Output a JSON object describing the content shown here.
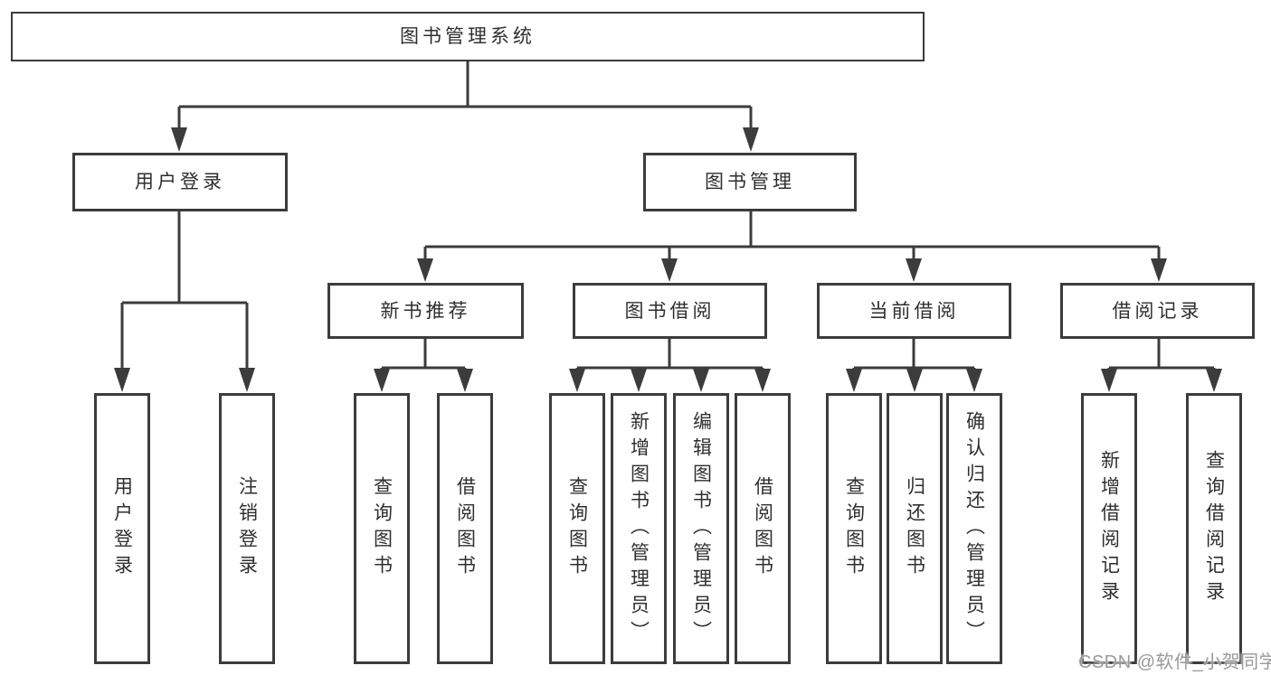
{
  "tree": {
    "label": "图书管理系统",
    "children": [
      {
        "label": "用户登录",
        "children": [
          {
            "label": "用户登录"
          },
          {
            "label": "注销登录"
          }
        ]
      },
      {
        "label": "图书管理",
        "children": [
          {
            "label": "新书推荐",
            "children": [
              {
                "label": "查询图书"
              },
              {
                "label": "借阅图书"
              }
            ]
          },
          {
            "label": "图书借阅",
            "children": [
              {
                "label": "查询图书"
              },
              {
                "label": "新增图书（管理员）"
              },
              {
                "label": "编辑图书（管理员）"
              },
              {
                "label": "借阅图书"
              }
            ]
          },
          {
            "label": "当前借阅",
            "children": [
              {
                "label": "查询图书"
              },
              {
                "label": "归还图书"
              },
              {
                "label": "确认归还（管理员）"
              }
            ]
          },
          {
            "label": "借阅记录",
            "children": [
              {
                "label": "新增借阅记录"
              },
              {
                "label": "查询借阅记录"
              }
            ]
          }
        ]
      }
    ]
  },
  "watermark": {
    "text": "CSDN @软件_小贺同学"
  },
  "colors": {
    "line": "#3c3c3c",
    "box_border": "#3c3c3c",
    "text": "#2f2f2f",
    "background": "#ffffff",
    "watermark": "#9a9a9a"
  }
}
